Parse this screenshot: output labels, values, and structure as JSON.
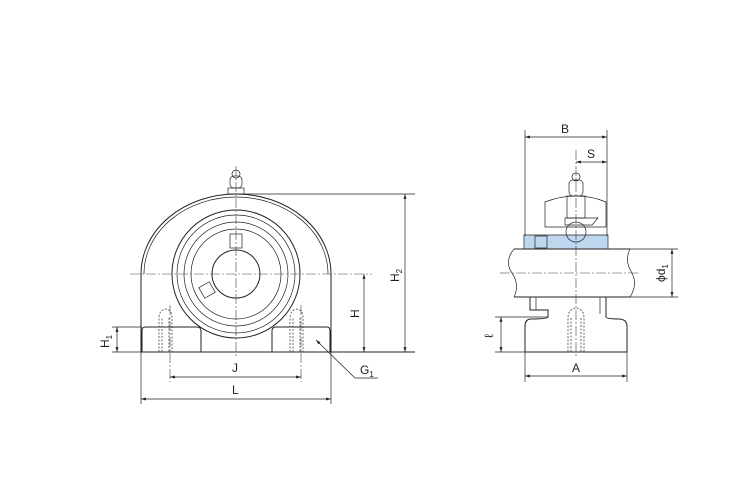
{
  "labels": {
    "H2": "H",
    "H2_sub": "2",
    "H": "H",
    "H1": "H",
    "H1_sub": "1",
    "J": "J",
    "L": "L",
    "G1": "G",
    "G1_sub": "1",
    "B": "B",
    "S": "S",
    "d1": "ϕd",
    "d1_sub": "1",
    "l": "ℓ",
    "A": "A"
  },
  "colors": {
    "section_fill": "#bcd7ee",
    "line": "#222222"
  }
}
